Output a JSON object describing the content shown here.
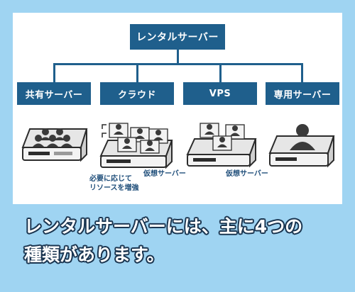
{
  "diagram": {
    "root": "レンタルサーバー",
    "categories": [
      "共有サーバー",
      "クラウド",
      "VPS",
      "専用サーバー"
    ],
    "cloud_note_line1": "必要に応じて",
    "cloud_note_line2": "リソースを増強",
    "cloud_virtual_label": "仮想サーバー",
    "vps_virtual_label": "仮想サーバー"
  },
  "caption": {
    "line1": "レンタルサーバーには、主に4つの",
    "line2": "種類があります。"
  },
  "colors": {
    "background": "#9fd4f2",
    "box": "#1f5f8c",
    "server_body": "#ebebeb",
    "person": "#3a3a3a"
  }
}
